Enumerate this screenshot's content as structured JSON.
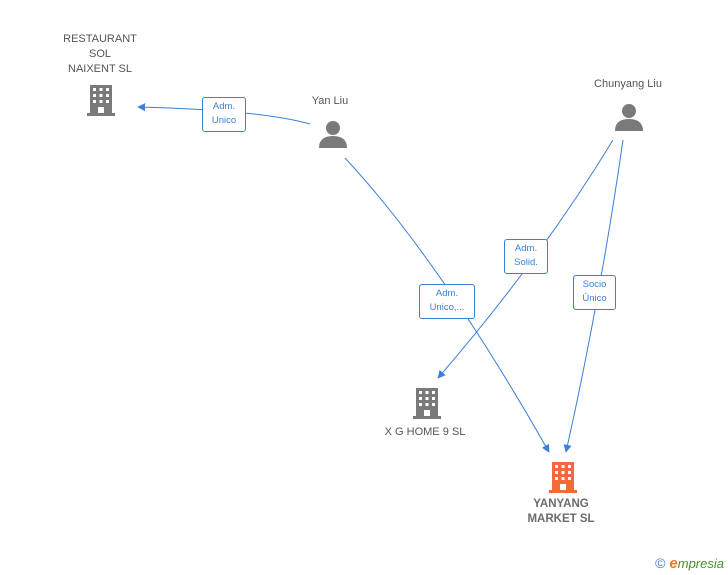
{
  "nodes": {
    "restaurant": {
      "label": "RESTAURANT\nSOL\nNAIXENT SL",
      "type": "company"
    },
    "yan_liu": {
      "label": "Yan Liu",
      "type": "person"
    },
    "chunyang_liu": {
      "label": "Chunyang Liu",
      "type": "person"
    },
    "xg_home": {
      "label": "X G HOME 9 SL",
      "type": "company"
    },
    "yanyang": {
      "label": "YANYANG\nMARKET SL",
      "type": "company",
      "highlight": true
    }
  },
  "edges": {
    "yan_restaurant": {
      "from": "yan_liu",
      "to": "restaurant",
      "label": "Adm.\nUnico"
    },
    "yan_yanyang": {
      "from": "yan_liu",
      "to": "yanyang",
      "label": "Adm.\nUnico,..."
    },
    "chunyang_xg": {
      "from": "chunyang_liu",
      "to": "xg_home",
      "label": "Adm.\nSolid."
    },
    "chunyang_yanyang": {
      "from": "chunyang_liu",
      "to": "yanyang",
      "label": "Socio\nÚnico"
    }
  },
  "colors": {
    "edge": "#3a80d6",
    "node_gray": "#7a7a7a",
    "node_highlight": "#f26a3a"
  },
  "icons": {
    "company": "building-icon",
    "person": "person-icon"
  },
  "footer": {
    "copyright": "©",
    "brand_e": "e",
    "brand_rest": "mpresia"
  }
}
